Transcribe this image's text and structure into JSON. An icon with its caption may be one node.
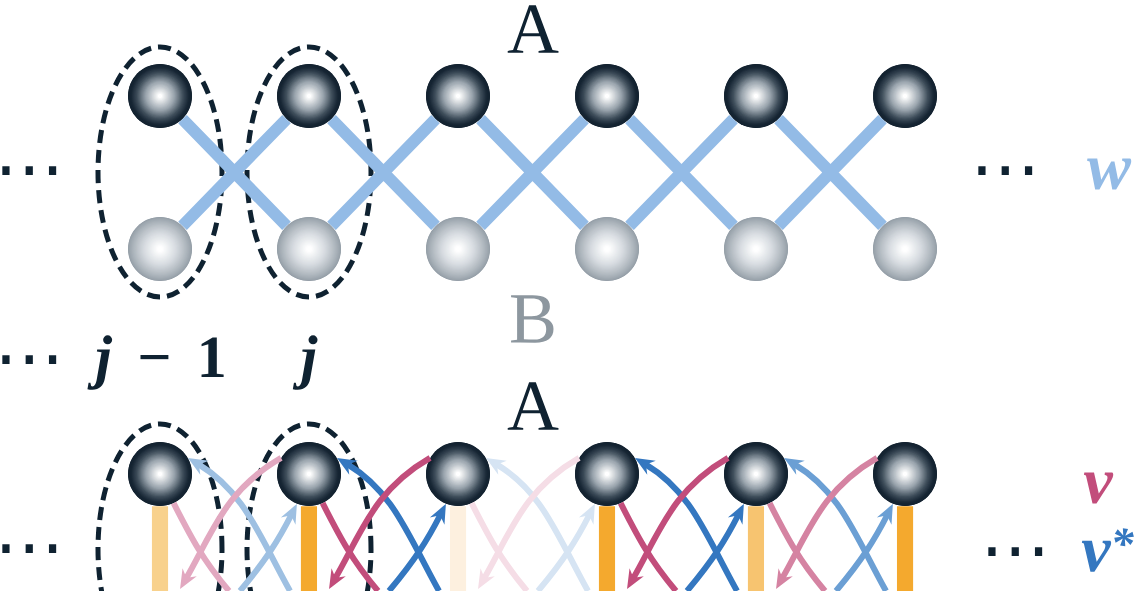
{
  "diagram": {
    "nodes": [
      {
        "text": [],
        "shape": "ellipse"
      },
      {
        "text": [],
        "shape": "circle",
        "in": 0
      },
      {
        "text": [],
        "shape": "ellipse"
      },
      {
        "text": [],
        "shape": "circle",
        "in": 2
      },
      {
        "text": [],
        "shape": "circle"
      },
      {
        "text": [],
        "shape": "circle"
      },
      {
        "text": [],
        "shape": "circle"
      },
      {
        "text": [],
        "shape": "circle"
      },
      {
        "text": [],
        "shape": "circle",
        "in": 0
      },
      {
        "text": [],
        "shape": "circle",
        "in": 2
      },
      {
        "text": [],
        "shape": "circle"
      },
      {
        "text": [],
        "shape": "circle"
      },
      {
        "text": [],
        "shape": "circle"
      },
      {
        "text": [],
        "shape": "circle"
      },
      {
        "text": [],
        "shape": "ellipse"
      },
      {
        "text": [],
        "shape": "circle",
        "in": 14
      },
      {
        "text": [],
        "shape": "ellipse"
      },
      {
        "text": [],
        "shape": "circle",
        "in": 16
      },
      {
        "text": [],
        "shape": "circle"
      },
      {
        "text": [],
        "shape": "circle"
      },
      {
        "text": [],
        "shape": "circle"
      },
      {
        "text": [],
        "shape": "circle"
      }
    ],
    "edges": [
      {
        "from": 1,
        "to": 9,
        "arrow": "none",
        "style": "thick",
        "color": "#93bbe6"
      },
      {
        "from": 8,
        "to": 3,
        "arrow": "none",
        "style": "thick",
        "color": "#93bbe6"
      },
      {
        "from": 3,
        "to": 10,
        "arrow": "none",
        "style": "thick",
        "color": "#93bbe6"
      },
      {
        "from": 9,
        "to": 4,
        "arrow": "none",
        "style": "thick",
        "color": "#93bbe6"
      },
      {
        "from": 4,
        "to": 11,
        "arrow": "none",
        "style": "thick",
        "color": "#93bbe6"
      },
      {
        "from": 10,
        "to": 5,
        "arrow": "none",
        "style": "thick",
        "color": "#93bbe6"
      },
      {
        "from": 5,
        "to": 12,
        "arrow": "none",
        "style": "thick",
        "color": "#93bbe6"
      },
      {
        "from": 11,
        "to": 6,
        "arrow": "none",
        "style": "thick",
        "color": "#93bbe6"
      },
      {
        "from": 6,
        "to": 13,
        "arrow": "none",
        "style": "thick",
        "color": "#93bbe6"
      },
      {
        "from": 12,
        "to": 7,
        "arrow": "none",
        "style": "thick",
        "color": "#93bbe6"
      },
      {
        "from": 15,
        "to": null,
        "arrow": "none",
        "style": "thick",
        "color": "#f8d18c"
      },
      {
        "from": 17,
        "to": null,
        "arrow": "none",
        "style": "thick",
        "color": "#f4a92e"
      },
      {
        "from": 18,
        "to": null,
        "arrow": "none",
        "style": "thick",
        "color": "#fdf0df"
      },
      {
        "from": 19,
        "to": null,
        "arrow": "none",
        "style": "thick",
        "color": "#f4a92e"
      },
      {
        "from": 20,
        "to": null,
        "arrow": "none",
        "style": "thick",
        "color": "#f7c470"
      },
      {
        "from": 21,
        "to": null,
        "arrow": "none",
        "style": "thick",
        "color": "#f4a92e"
      },
      {
        "from": 15,
        "to": null,
        "arrow": "none",
        "color": "#e2a8c0"
      },
      {
        "from": null,
        "to": 15,
        "arrow": "to",
        "color": "#9ec0e2"
      },
      {
        "from": 17,
        "to": null,
        "arrow": "to",
        "color": "#e2a8c0"
      },
      {
        "from": null,
        "to": 17,
        "arrow": "to",
        "color": "#9ec0e2"
      },
      {
        "from": 17,
        "to": null,
        "arrow": "none",
        "color": "#c24d7b"
      },
      {
        "from": null,
        "to": 17,
        "arrow": "to",
        "color": "#3477c0"
      },
      {
        "from": 18,
        "to": null,
        "arrow": "to",
        "color": "#c24d7b"
      },
      {
        "from": null,
        "to": 18,
        "arrow": "to",
        "color": "#3477c0"
      },
      {
        "from": 18,
        "to": null,
        "arrow": "none",
        "color": "#f5dde6"
      },
      {
        "from": null,
        "to": 18,
        "arrow": "to",
        "color": "#d6e4f3"
      },
      {
        "from": 19,
        "to": null,
        "arrow": "to",
        "color": "#f5dde6"
      },
      {
        "from": null,
        "to": 19,
        "arrow": "to",
        "color": "#d6e4f3"
      },
      {
        "from": 19,
        "to": null,
        "arrow": "none",
        "color": "#c24d7b"
      },
      {
        "from": null,
        "to": 19,
        "arrow": "to",
        "color": "#3477c0"
      },
      {
        "from": 20,
        "to": null,
        "arrow": "to",
        "color": "#c24d7b"
      },
      {
        "from": null,
        "to": 20,
        "arrow": "to",
        "color": "#3477c0"
      },
      {
        "from": 20,
        "to": null,
        "arrow": "none",
        "color": "#d583a2"
      },
      {
        "from": null,
        "to": 20,
        "arrow": "to",
        "color": "#6b9fd4"
      },
      {
        "from": 21,
        "to": null,
        "arrow": "to",
        "color": "#d583a2"
      },
      {
        "from": null,
        "to": 21,
        "arrow": "to",
        "color": "#6b9fd4"
      }
    ],
    "labels": [
      "A",
      "⋯",
      "⋯",
      "w",
      "B",
      "⋯",
      "*j* − 1",
      "j",
      "A",
      "v",
      "⋯",
      "⋯",
      "v$^{*}$"
    ]
  }
}
